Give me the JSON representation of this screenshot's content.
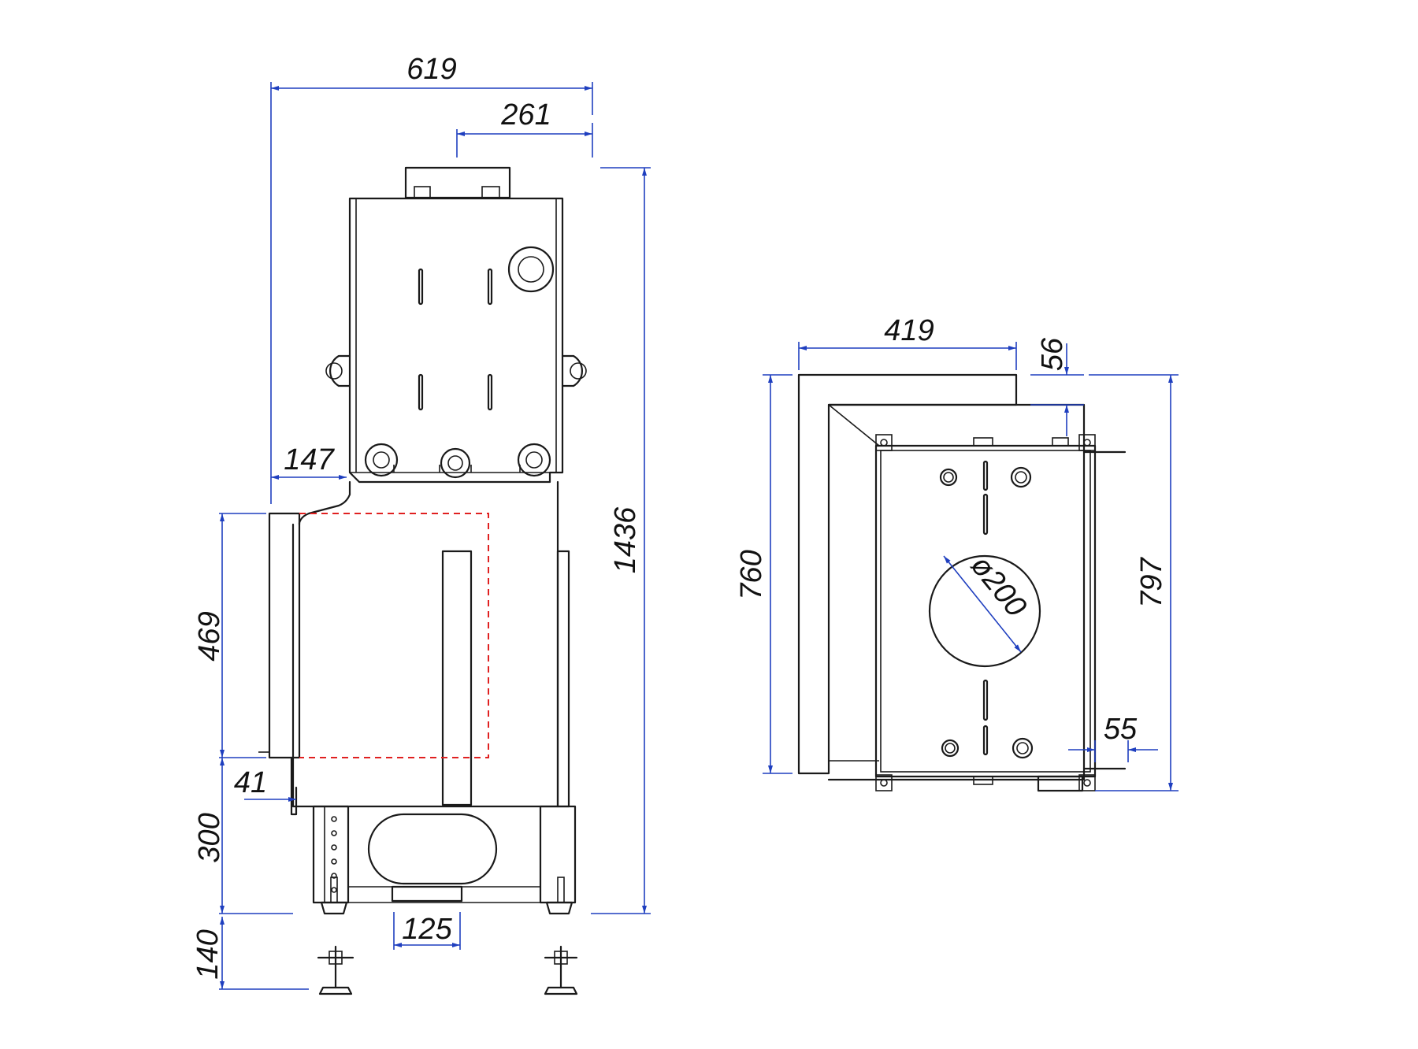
{
  "colors": {
    "outline": "#1a1a1a",
    "dimension": "#1f3fbf",
    "hidden": "#e02020"
  },
  "dimensions": {
    "d619": "619",
    "d261": "261",
    "d1436": "1436",
    "d147": "147",
    "d469": "469",
    "d41": "41",
    "d300": "300",
    "d140": "140",
    "d125": "125",
    "d419": "419",
    "d56": "56",
    "d760": "760",
    "d797": "797",
    "d200": "ø200",
    "d55": "55"
  }
}
